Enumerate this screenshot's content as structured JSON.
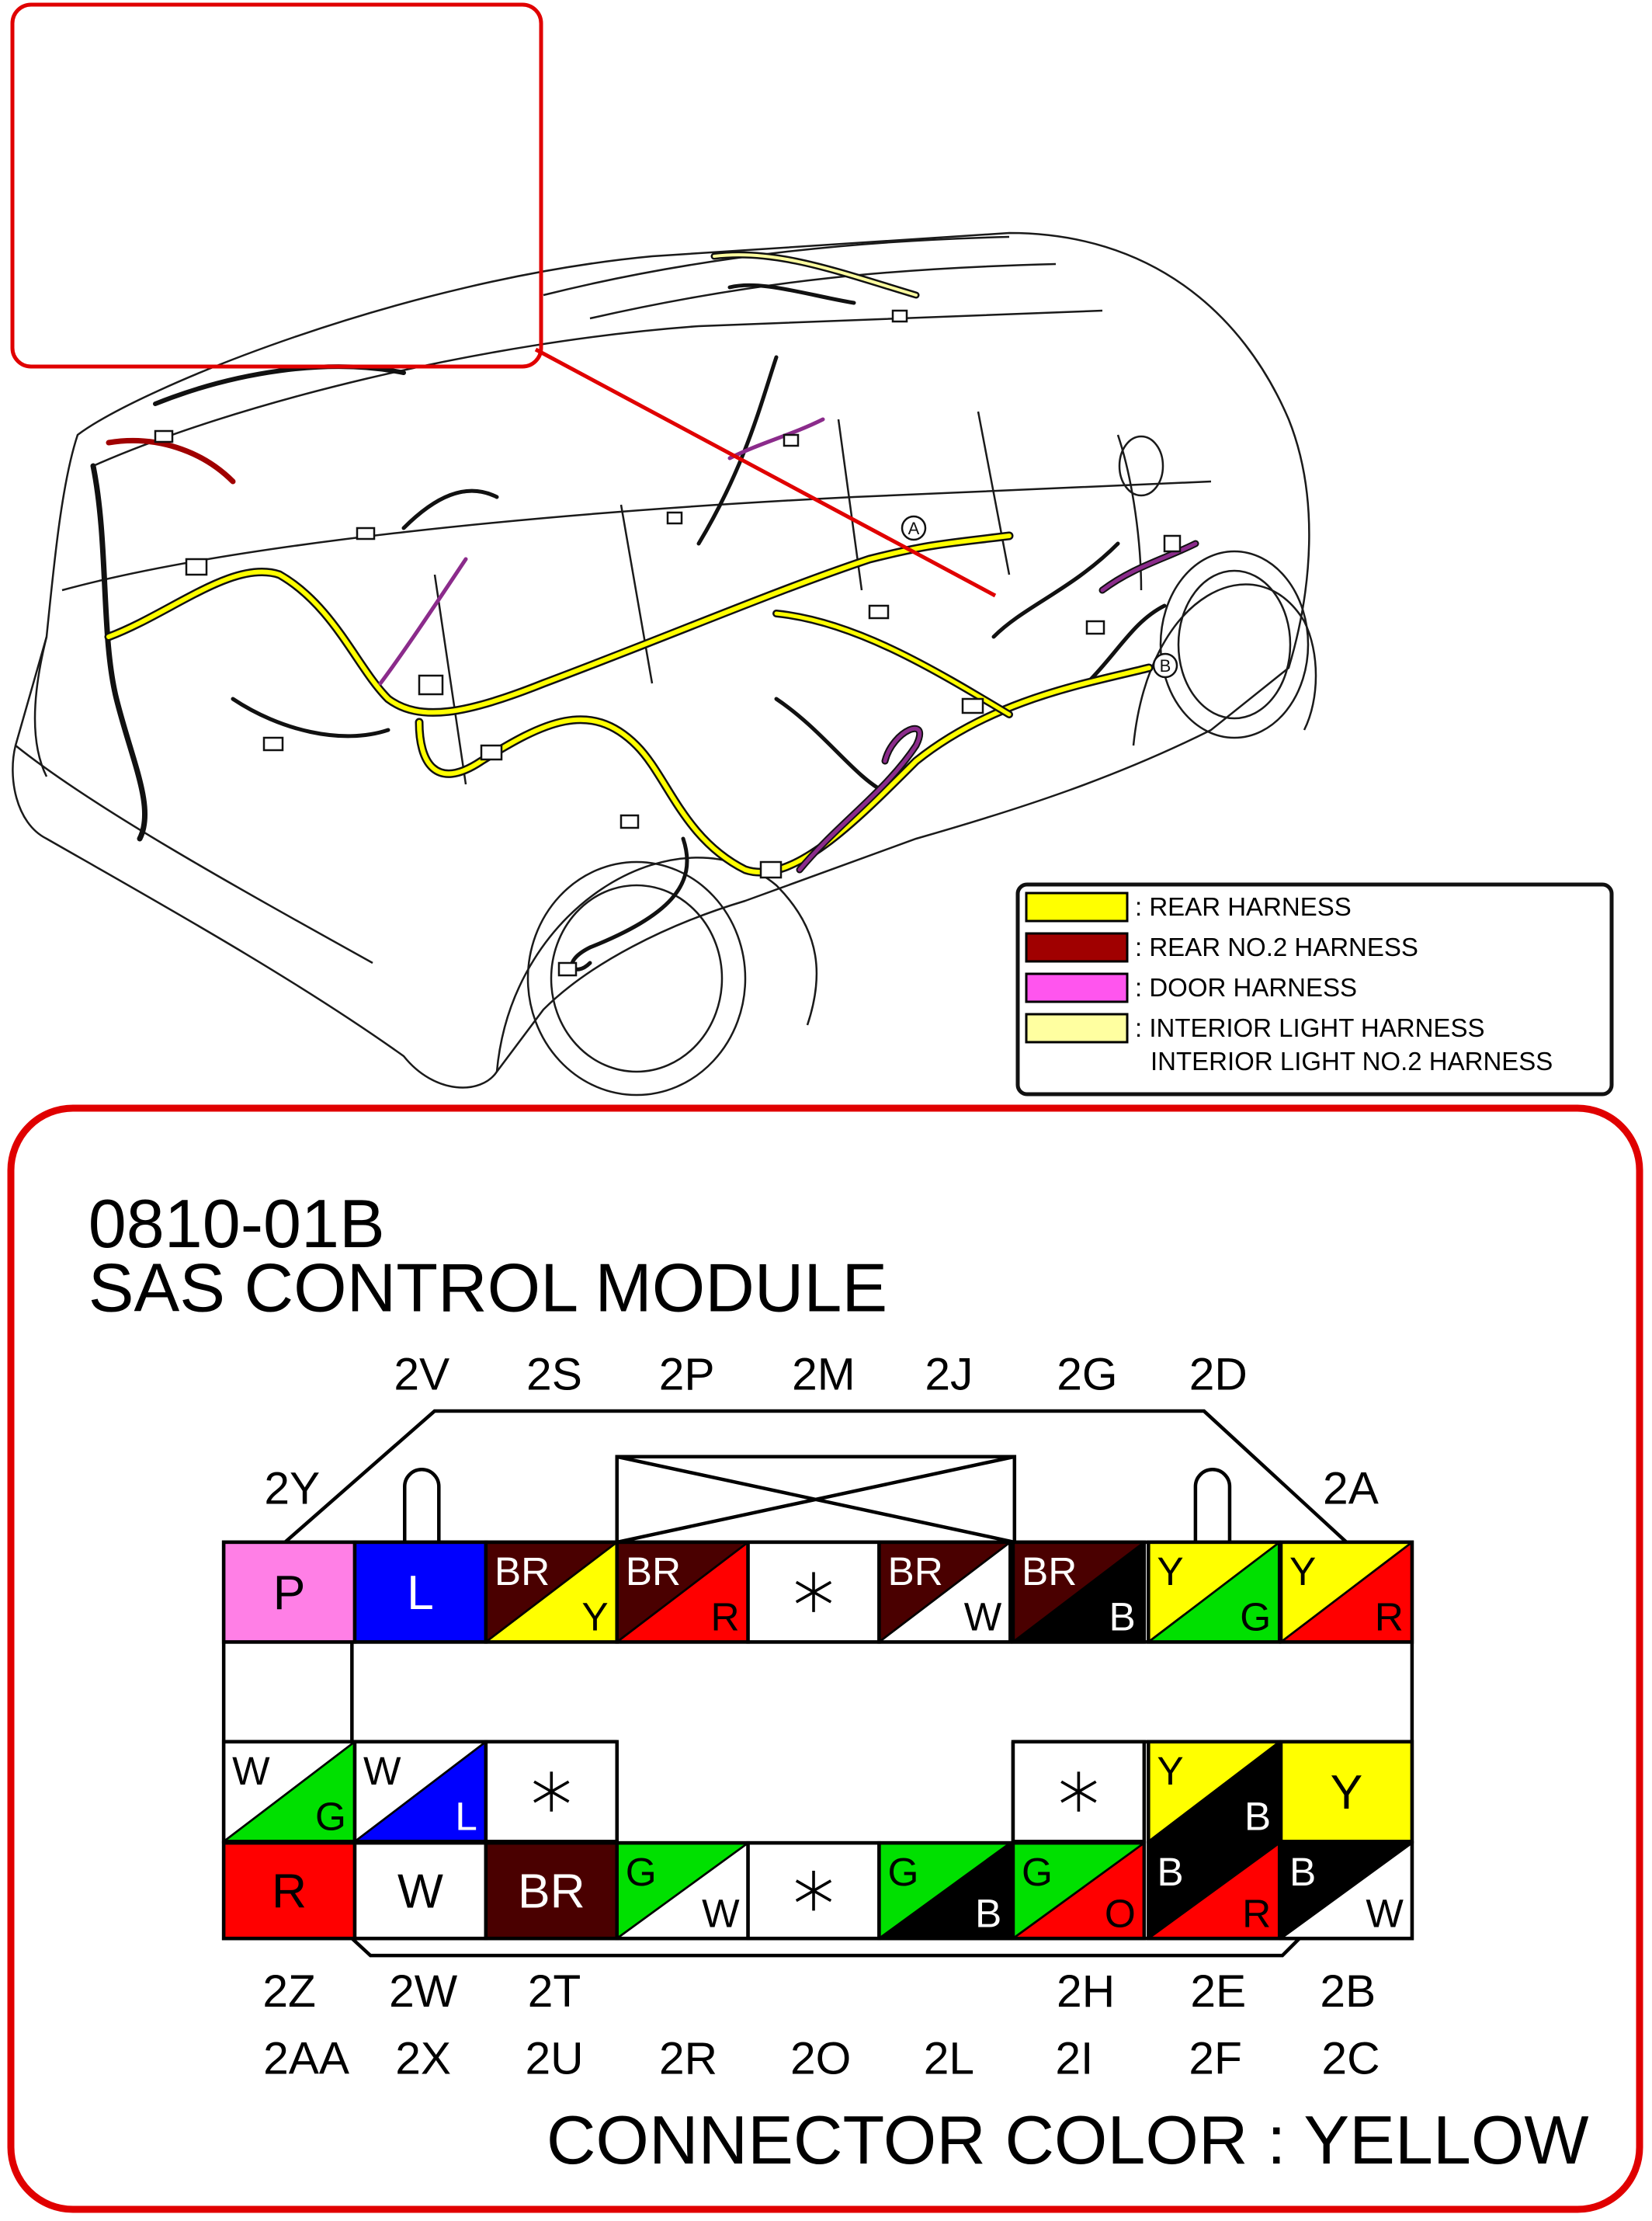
{
  "module": {
    "code": "0810-01B",
    "name": "SAS CONTROL MODULE",
    "connector_color_text": "CONNECTOR COLOR : YELLOW"
  },
  "colors": {
    "P": "#ff7fe6",
    "L": "#0000ff",
    "BR": "#4a0000",
    "Y": "#ffff00",
    "R": "#ff0000",
    "G": "#00e000",
    "B": "#000000",
    "W": "#ffffff",
    "O": "#ff0000",
    "frame_red": "#e00000",
    "harness_rear": "#ffff00",
    "harness_rear2": "#a00000",
    "harness_door": "#ff55ee",
    "harness_light": "#ffffa0"
  },
  "pin_labels": {
    "top": [
      "2V",
      "2S",
      "2P",
      "2M",
      "2J",
      "2G",
      "2D"
    ],
    "left": "2Y",
    "right": "2A",
    "bottom1": [
      "2Z",
      "2W",
      "2T",
      "2H",
      "2E",
      "2B"
    ],
    "bottom2": [
      "2AA",
      "2X",
      "2U",
      "2R",
      "2O",
      "2L",
      "2I",
      "2F",
      "2C"
    ]
  },
  "rows": {
    "top": [
      {
        "kind": "solid",
        "c": "P"
      },
      {
        "kind": "solid",
        "c": "L"
      },
      {
        "kind": "split",
        "a": "BR",
        "b": "Y"
      },
      {
        "kind": "split",
        "a": "BR",
        "b": "R"
      },
      {
        "kind": "star"
      },
      {
        "kind": "split",
        "a": "BR",
        "b": "W"
      },
      {
        "kind": "split",
        "a": "BR",
        "b": "B"
      },
      {
        "kind": "split",
        "a": "Y",
        "b": "G"
      },
      {
        "kind": "split",
        "a": "Y",
        "b": "R"
      }
    ],
    "mid": [
      {
        "kind": "split",
        "a": "W",
        "b": "G"
      },
      {
        "kind": "split",
        "a": "W",
        "b": "L"
      },
      {
        "kind": "star"
      },
      null,
      null,
      null,
      {
        "kind": "star"
      },
      {
        "kind": "split",
        "a": "Y",
        "b": "B"
      },
      {
        "kind": "solid",
        "c": "Y"
      }
    ],
    "bottom": [
      {
        "kind": "solid",
        "c": "R"
      },
      {
        "kind": "solid",
        "c": "W"
      },
      {
        "kind": "solid",
        "c": "BR"
      },
      {
        "kind": "split",
        "a": "G",
        "b": "W"
      },
      {
        "kind": "star"
      },
      {
        "kind": "split",
        "a": "G",
        "b": "B"
      },
      {
        "kind": "split",
        "a": "G",
        "b": "O"
      },
      {
        "kind": "split",
        "a": "B",
        "b": "R"
      },
      {
        "kind": "split",
        "a": "B",
        "b": "W"
      }
    ]
  },
  "legend": [
    {
      "color": "harness_rear",
      "text": ": REAR HARNESS"
    },
    {
      "color": "harness_rear2",
      "text": ": REAR NO.2 HARNESS"
    },
    {
      "color": "harness_door",
      "text": ": DOOR HARNESS"
    },
    {
      "color": "harness_light",
      "text": ": INTERIOR LIGHT HARNESS"
    }
  ],
  "legend_extra": "INTERIOR LIGHT NO.2 HARNESS",
  "markers": [
    "A",
    "B"
  ]
}
